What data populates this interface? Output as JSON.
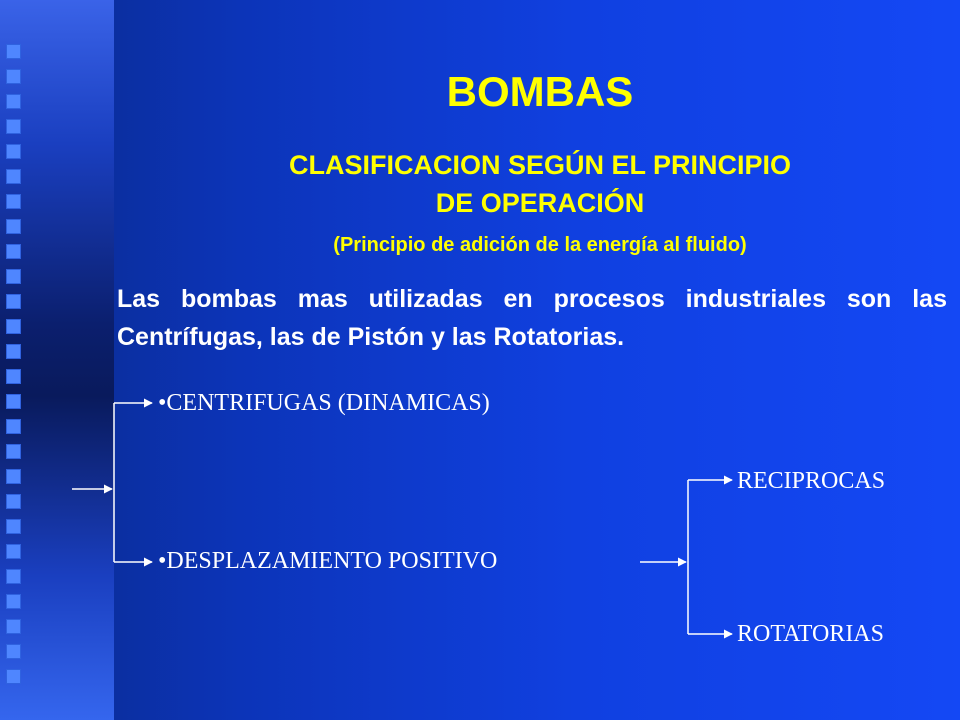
{
  "slide": {
    "title": "BOMBAS",
    "subtitle_line1": "CLASIFICACION SEGÚN EL PRINCIPIO",
    "subtitle_line2": "DE OPERACIÓN",
    "subnote": "(Principio de adición de la energía al fluido)",
    "paragraph": "Las bombas mas utilizadas en procesos industriales son las Centrífugas, las de Pistón y las Rotatorias."
  },
  "diagram": {
    "centrifugas": "•CENTRIFUGAS (DINAMICAS)",
    "desplazamiento": "•DESPLAZAMIENTO POSITIVO",
    "reciprocas": "RECIPROCAS",
    "rotatorias": "ROTATORIAS"
  },
  "colors": {
    "accent": "#ffff00",
    "text": "#ffffff",
    "background": "#1040e0"
  }
}
